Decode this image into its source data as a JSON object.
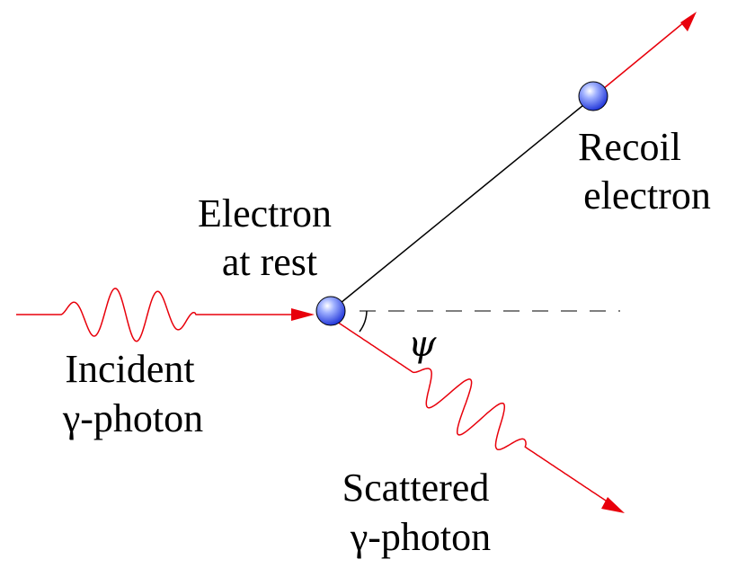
{
  "labels": {
    "electron_at_rest": [
      "Electron",
      "at rest"
    ],
    "recoil_electron": [
      "Recoil",
      "electron"
    ],
    "incident_photon": [
      "Incident",
      "γ-photon"
    ],
    "scattered_photon": [
      "Scattered",
      "γ-photon"
    ],
    "angle": "ψ"
  },
  "colors": {
    "photon": "#e8000b",
    "electron_track": "#000000",
    "reference_line": "#555555",
    "particle": "#2a46e8",
    "particle_highlight": "#ffffff"
  },
  "icons": {
    "particle": "electron-sphere-icon",
    "arrowhead": "arrow-head-icon"
  }
}
